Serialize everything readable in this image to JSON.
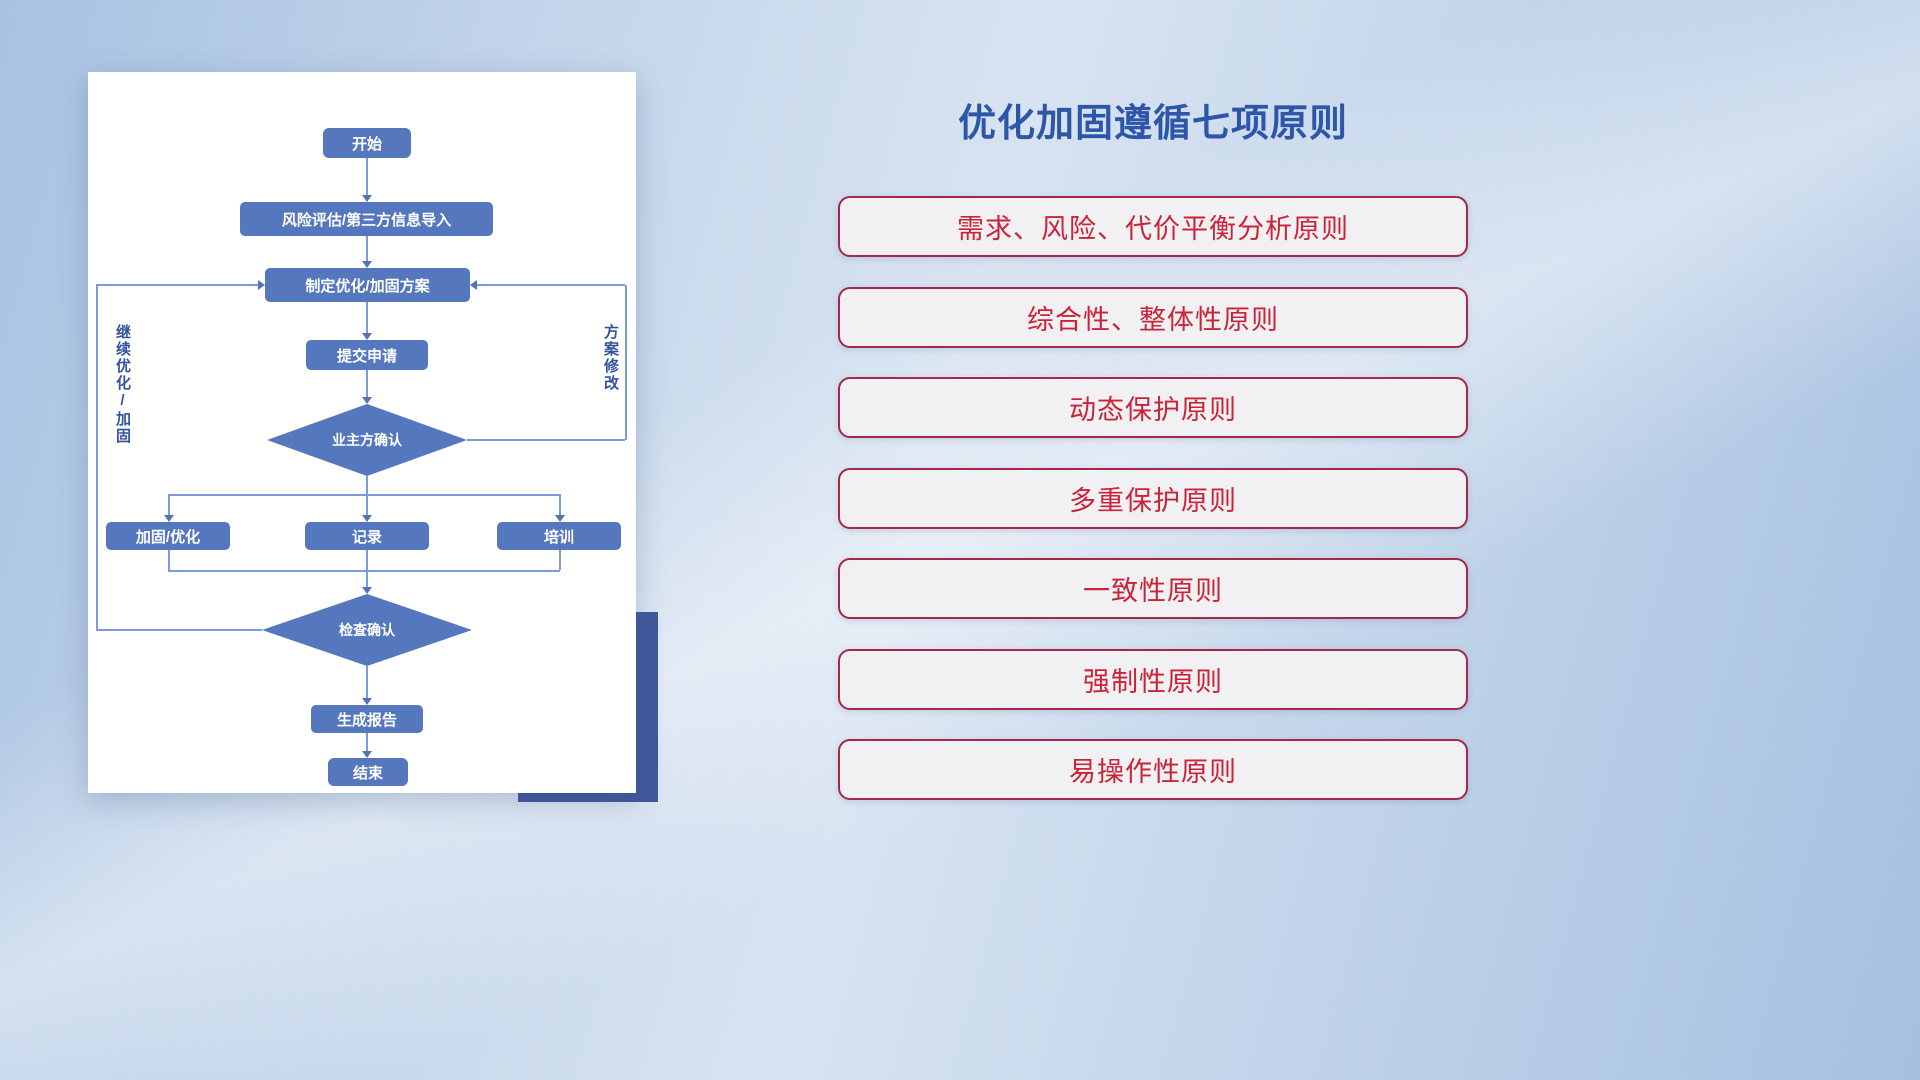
{
  "title": "优化加固遵循七项原则",
  "flowchart": {
    "nodes": {
      "start": "开始",
      "risk_import": "风险评估/第三方信息导入",
      "make_plan": "制定优化/加固方案",
      "submit": "提交申请",
      "owner_confirm": "业主方确认",
      "reinforce": "加固/优化",
      "record": "记录",
      "train": "培训",
      "check_confirm": "检查确认",
      "report": "生成报告",
      "end": "结束"
    },
    "edge_labels": {
      "continue_optimize": "继续优化/加固",
      "plan_revise": "方案修改"
    }
  },
  "principles": [
    {
      "label": "需求、风险、代价平衡分析原则"
    },
    {
      "label": "综合性、整体性原则"
    },
    {
      "label": "动态保护原则"
    },
    {
      "label": "多重保护原则"
    },
    {
      "label": "一致性原则"
    },
    {
      "label": "强制性原则"
    },
    {
      "label": "易操作性原则"
    }
  ],
  "colors": {
    "node_fill": "#5577be",
    "connector_line": "#7b9cd4",
    "title_text": "#2d55a8",
    "principle_text": "#cb2338",
    "principle_border": "#a3284a",
    "card_shadow_block": "#41589b"
  }
}
